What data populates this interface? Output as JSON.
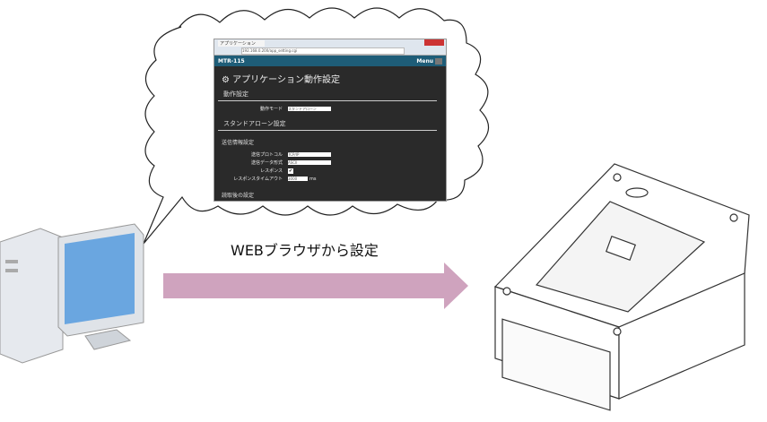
{
  "caption": "WEBブラウザから設定",
  "colors": {
    "arrow": "#cfa3be",
    "navbar": "#1e5d78",
    "page_bg": "#2a2a2a"
  },
  "browser": {
    "tab_title": "アプリケーション",
    "url": "192.168.0.200/app_setting.cgi",
    "brand": "MTR-115",
    "menu_label": "Menu",
    "page_title": "アプリケーション動作設定",
    "section1": "動作設定",
    "mode_label": "動作モード",
    "mode_value": "スタンドアローン",
    "section2": "スタンドアローン設定",
    "subsection": "送信情報設定",
    "fields": [
      {
        "label": "送信プロトコル",
        "value": "TCP/IP"
      },
      {
        "label": "送信データ形式",
        "value": "ASCII"
      }
    ],
    "response_label": "レスポンス",
    "response_checked": true,
    "timeout_label": "レスポンスタイムアウト",
    "timeout_value": "3000",
    "timeout_unit": "ms",
    "footer_section": "読取後の設定"
  }
}
